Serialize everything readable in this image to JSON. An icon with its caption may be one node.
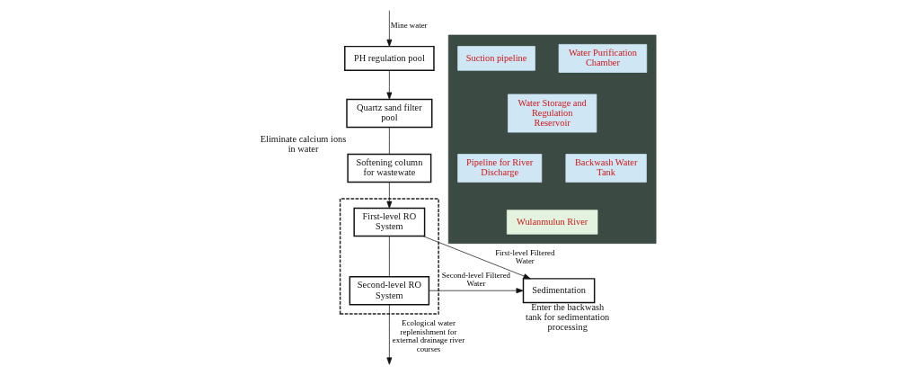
{
  "diagram": {
    "nodes": [
      {
        "text": [],
        "shape": "picture"
      },
      {
        "text": [
          "Water Purification Chamber"
        ],
        "in": 0
      },
      {
        "text": [
          "Suction pipeline"
        ],
        "in": 0
      },
      {
        "text": [
          "Water Storage and Regulation Reservoir"
        ],
        "in": 0
      },
      {
        "text": [
          "Backwash Water Tank"
        ],
        "in": 0
      },
      {
        "text": [
          "Pipeline for River Discharge"
        ],
        "in": 0
      },
      {
        "text": [
          "Wulanmulun River"
        ],
        "in": 0
      },
      {
        "text": [
          "PH regulation pool"
        ]
      },
      {
        "text": [
          "Quartz sand filter pool"
        ]
      },
      {
        "text": [
          "Softening column for wastewate"
        ],
        "beside": [
          "Eliminate calcium ions in water"
        ]
      },
      {
        "text": [
          "Sedimentation"
        ],
        "beside": [
          "Enter the backwash tank for sedimentation processing"
        ]
      },
      {
        "text": [],
        "shape": "box"
      },
      {
        "text": [
          "First-level RO System"
        ],
        "in": 11
      },
      {
        "text": [
          "Second-level RO System"
        ],
        "in": 11
      }
    ],
    "edges": [
      {
        "from": null,
        "to": 7,
        "arrow": "to",
        "label": "Mine water"
      },
      {
        "from": 7,
        "to": 8,
        "arrow": "to"
      },
      {
        "from": 8,
        "to": 9,
        "arrow": "none"
      },
      {
        "from": 9,
        "to": 12,
        "arrow": "to"
      },
      {
        "from": 12,
        "to": 13,
        "arrow": "none"
      },
      {
        "from": 12,
        "to": 10,
        "arrow": "to",
        "label": "First-level Filtered Water"
      },
      {
        "from": 13,
        "to": 10,
        "arrow": "to",
        "label": "Second-level Filtered Water"
      },
      {
        "from": 13,
        "to": null,
        "arrow": "to",
        "label": "Ecological water replenishment for external drainage river courses"
      }
    ]
  }
}
